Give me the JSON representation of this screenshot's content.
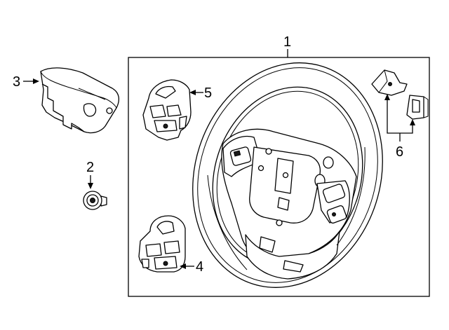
{
  "callouts": {
    "c1": "1",
    "c2": "2",
    "c3": "3",
    "c4": "4",
    "c5": "5",
    "c6": "6"
  },
  "parts": [
    {
      "ref": "1",
      "icon": "steering-wheel-icon"
    },
    {
      "ref": "2",
      "icon": "bolt-icon"
    },
    {
      "ref": "3",
      "icon": "air-bag-cover-icon"
    },
    {
      "ref": "4",
      "icon": "switch-module-left-icon"
    },
    {
      "ref": "5",
      "icon": "switch-module-right-icon"
    },
    {
      "ref": "6",
      "icon": "bracket-clips-icon"
    }
  ],
  "colors": {
    "line": "#000000",
    "background": "#ffffff"
  }
}
